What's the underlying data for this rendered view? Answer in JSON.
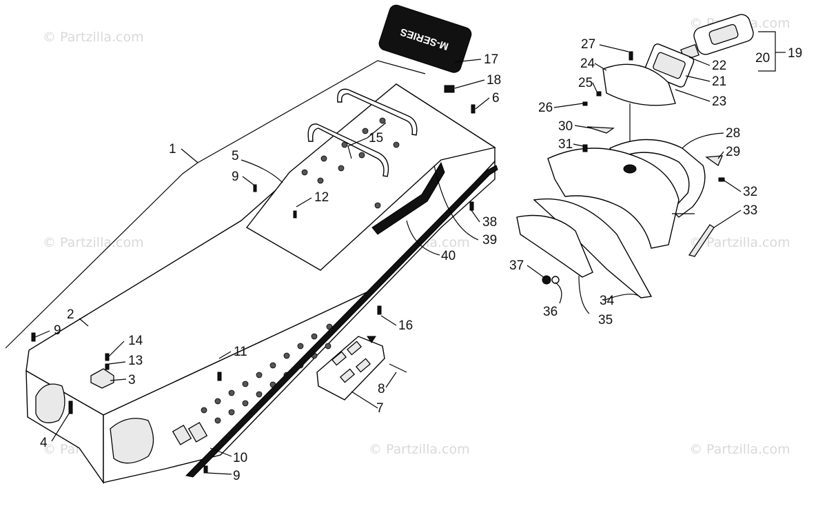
{
  "watermark": "© Partzilla.com",
  "badge_text": "M-SERIES",
  "callouts": {
    "c1": "1",
    "c2": "2",
    "c3": "3",
    "c4": "4",
    "c5": "5",
    "c6": "6",
    "c7": "7",
    "c8": "8",
    "c9a": "9",
    "c9b": "9",
    "c9c": "9",
    "c10": "10",
    "c11": "11",
    "c12": "12",
    "c13": "13",
    "c14": "14",
    "c15": "15",
    "c16": "16",
    "c17": "17",
    "c18": "18",
    "c19": "19",
    "c20": "20",
    "c21": "21",
    "c22": "22",
    "c23": "23",
    "c24": "24",
    "c25": "25",
    "c26": "26",
    "c27": "27",
    "c28": "28",
    "c29": "29",
    "c30": "30",
    "c31": "31",
    "c32": "32",
    "c33": "33",
    "c34": "34",
    "c35": "35",
    "c36": "36",
    "c37": "37",
    "c38": "38",
    "c39": "39",
    "c40": "40"
  }
}
